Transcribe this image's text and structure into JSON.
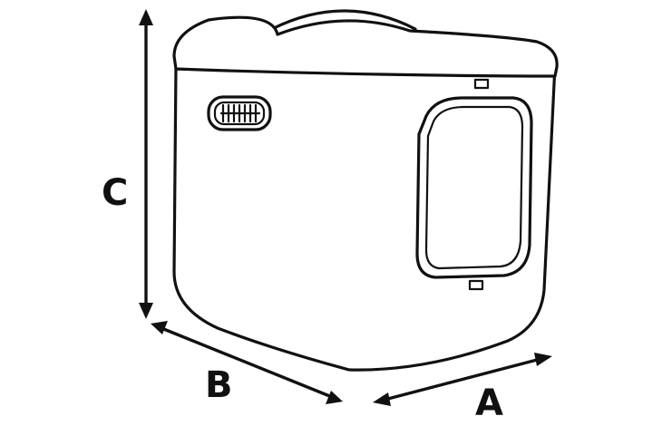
{
  "diagram": {
    "labels": {
      "a": "A",
      "b": "B",
      "c": "C"
    },
    "colors": {
      "stroke": "#111111",
      "fill": "#ffffff"
    }
  }
}
